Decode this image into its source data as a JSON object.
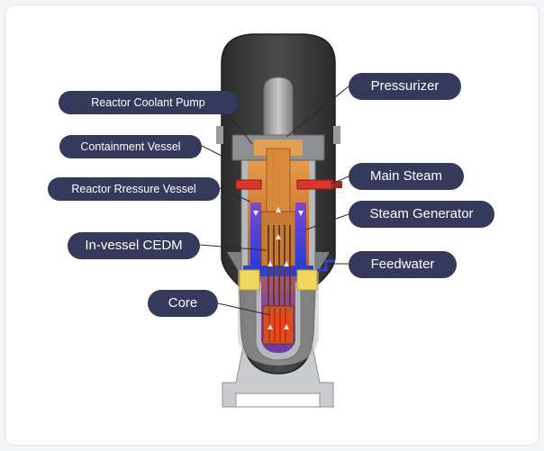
{
  "labels": {
    "reactor_coolant_pump": "Reactor Coolant Pump",
    "containment_vessel": "Containment Vessel",
    "reactor_pressure_vessel": "Reactor Rressure Vessel",
    "in_vessel_cedm": "In-vessel CEDM",
    "core": "Core",
    "pressurizer": "Pressurizer",
    "main_steam": "Main Steam",
    "steam_generator": "Steam Generator",
    "feedwater": "Feedwater"
  },
  "colors": {
    "label_bg": "#353a5c",
    "label_text": "#ffffff",
    "containment": "#3a3a3a",
    "core_hot": "#e23a1c",
    "coolant_warm": "#e08a2a",
    "cold_leg": "#2f3fd0",
    "steam_pipe": "#d9352a"
  }
}
